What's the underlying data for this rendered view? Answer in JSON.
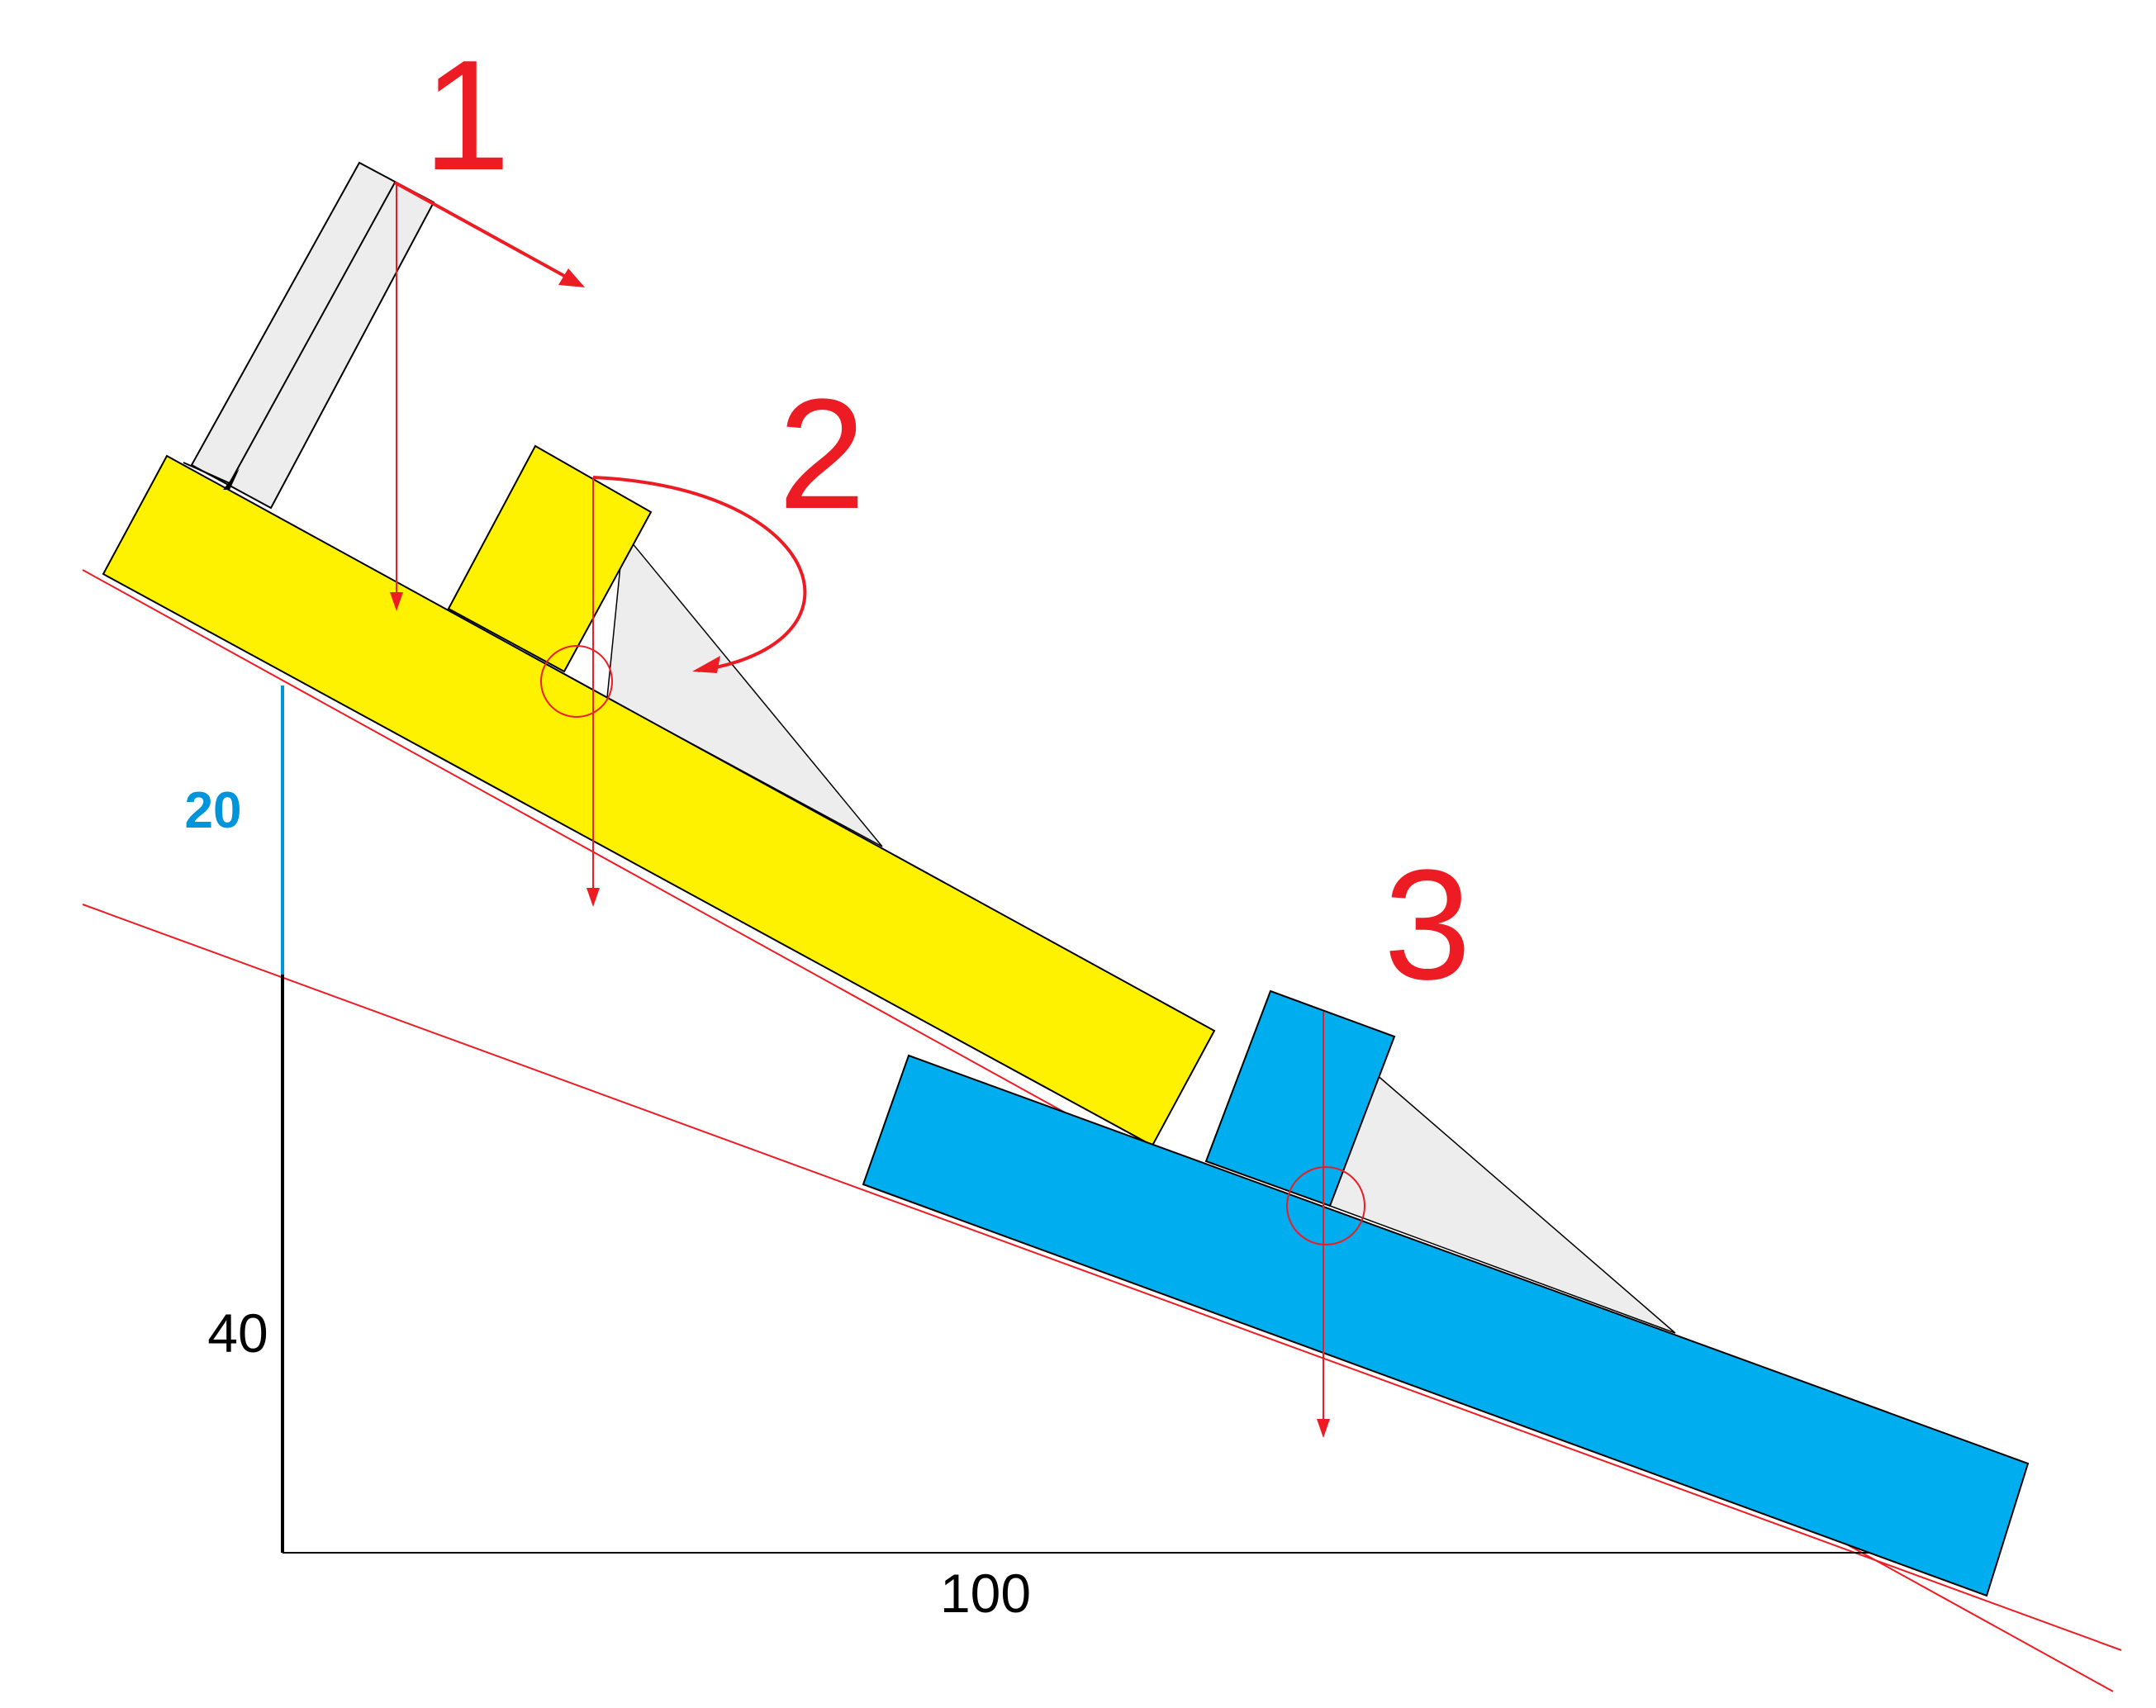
{
  "step_labels": {
    "one": "1",
    "two": "2",
    "three": "3"
  },
  "dimensions": {
    "upper_height": "20",
    "lower_height": "40",
    "base_width": "100"
  },
  "colors": {
    "upper_board": "#FFF200",
    "lower_board": "#00AEEF",
    "annotation_red": "#ED1C24",
    "dimension_blue": "#0095DA",
    "support_gray": "#EDEDED",
    "outline": "#000000"
  }
}
